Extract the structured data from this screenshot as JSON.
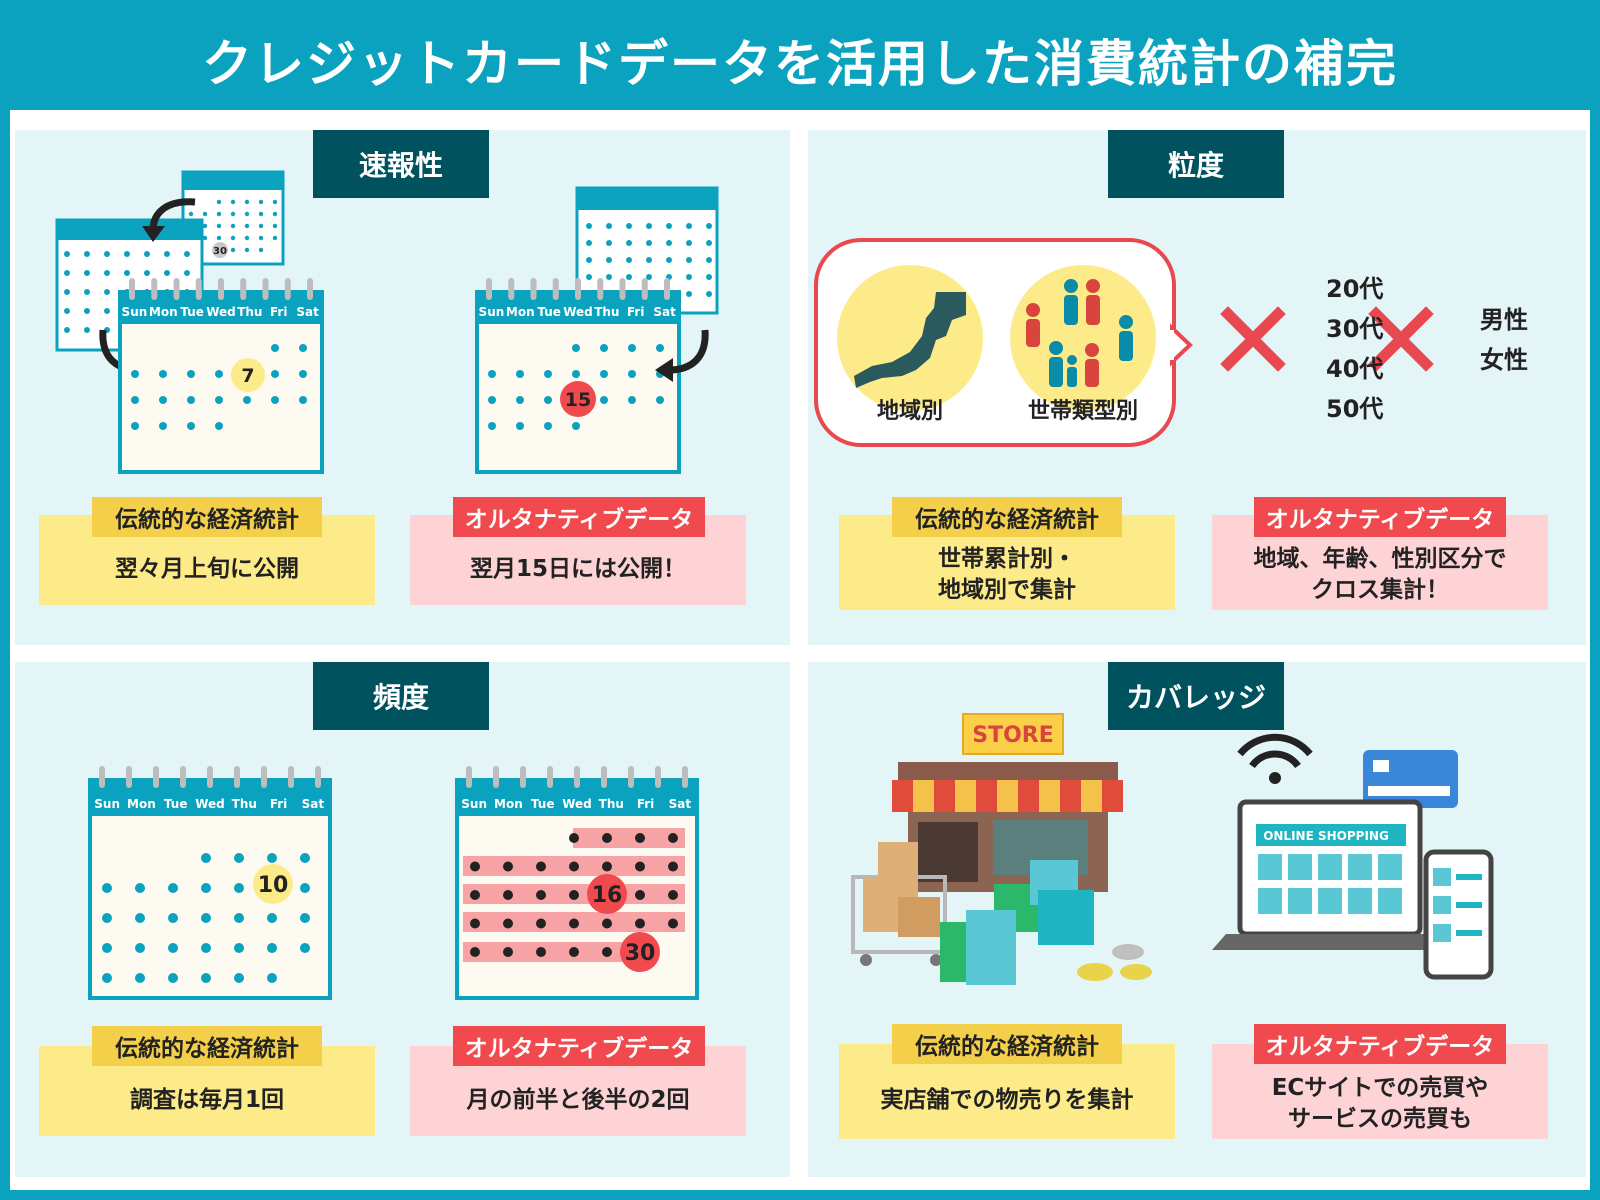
{
  "title": "クレジットカードデータを活用した消費統計の補完",
  "weekdays": [
    "Sun",
    "Mon",
    "Tue",
    "Wed",
    "Thu",
    "Fri",
    "Sat"
  ],
  "colors": {
    "teal": "#0aa2bf",
    "dark_teal": "#00525f",
    "yellow": "#fdeb8a",
    "pink": "#fdd3d6",
    "red": "#f04a4f",
    "gold": "#f4cf49"
  },
  "panels": {
    "speed": {
      "title": "速報性",
      "traditional": {
        "tag": "伝統的な経済統計",
        "text": "翌々月上旬に公開",
        "highlight_day": "7",
        "small_day": "30"
      },
      "alternative": {
        "tag": "オルタナティブデータ",
        "text": "翌月15日には公開！",
        "highlight_day": "15"
      }
    },
    "granularity": {
      "title": "粒度",
      "region_label": "地域別",
      "household_label": "世帯類型別",
      "ages": [
        "20代",
        "30代",
        "40代",
        "50代"
      ],
      "genders": [
        "男性",
        "女性"
      ],
      "traditional": {
        "tag": "伝統的な経済統計",
        "text_line1": "世帯累計別・",
        "text_line2": "地域別で集計"
      },
      "alternative": {
        "tag": "オルタナティブデータ",
        "text_line1": "地域、年齢、性別区分で",
        "text_line2": "クロス集計！"
      }
    },
    "frequency": {
      "title": "頻度",
      "traditional": {
        "tag": "伝統的な経済統計",
        "text": "調査は毎月1回",
        "highlight_day": "10"
      },
      "alternative": {
        "tag": "オルタナティブデータ",
        "text": "月の前半と後半の2回",
        "highlight_day_1": "16",
        "highlight_day_2": "30"
      }
    },
    "coverage": {
      "title": "カバレッジ",
      "store_sign": "STORE",
      "online_banner": "ONLINE SHOPPING",
      "traditional": {
        "tag": "伝統的な経済統計",
        "text": "実店舗での物売りを集計"
      },
      "alternative": {
        "tag": "オルタナティブデータ",
        "text_line1": "ECサイトでの売買や",
        "text_line2": "サービスの売買も"
      }
    }
  }
}
